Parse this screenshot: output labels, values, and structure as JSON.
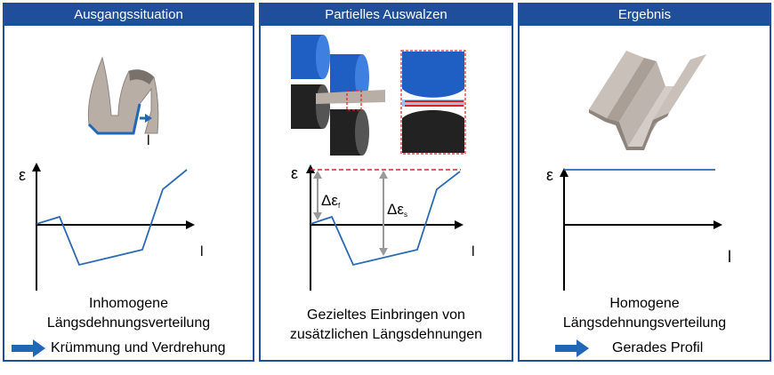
{
  "panels": [
    {
      "title": "Ausgangssituation",
      "y_label": "ε",
      "x_label": "l",
      "part_label": "l",
      "caption_line1": "Inhomogene",
      "caption_line2": "Längsdehnungsverteilung",
      "result_text": "Krümmung und Verdrehung"
    },
    {
      "title": "Partielles Auswalzen",
      "y_label": "ε",
      "x_label": "l",
      "delta_f_label": "Δε",
      "delta_f_sub": "f",
      "delta_s_label": "Δε",
      "delta_s_sub": "s",
      "caption_line1": "Gezieltes Einbringen von",
      "caption_line2": "zusätzlichen Längsdehnungen"
    },
    {
      "title": "Ergebnis",
      "y_label": "ε",
      "x_label": "l",
      "caption_line1": "Homogene",
      "caption_line2": "Längsdehnungsverteilung",
      "result_text": "Gerades Profil"
    }
  ],
  "colors": {
    "frame_blue": "#1f4e9a",
    "curve_blue": "#2a6ab4",
    "arrow_blue": "#2067b8",
    "roll_blue": "#1f5fc4",
    "roll_black": "#222222",
    "dashed_red": "#e02020",
    "delta_gray": "#9a9a9a",
    "part_gray": "#b8aea6"
  }
}
